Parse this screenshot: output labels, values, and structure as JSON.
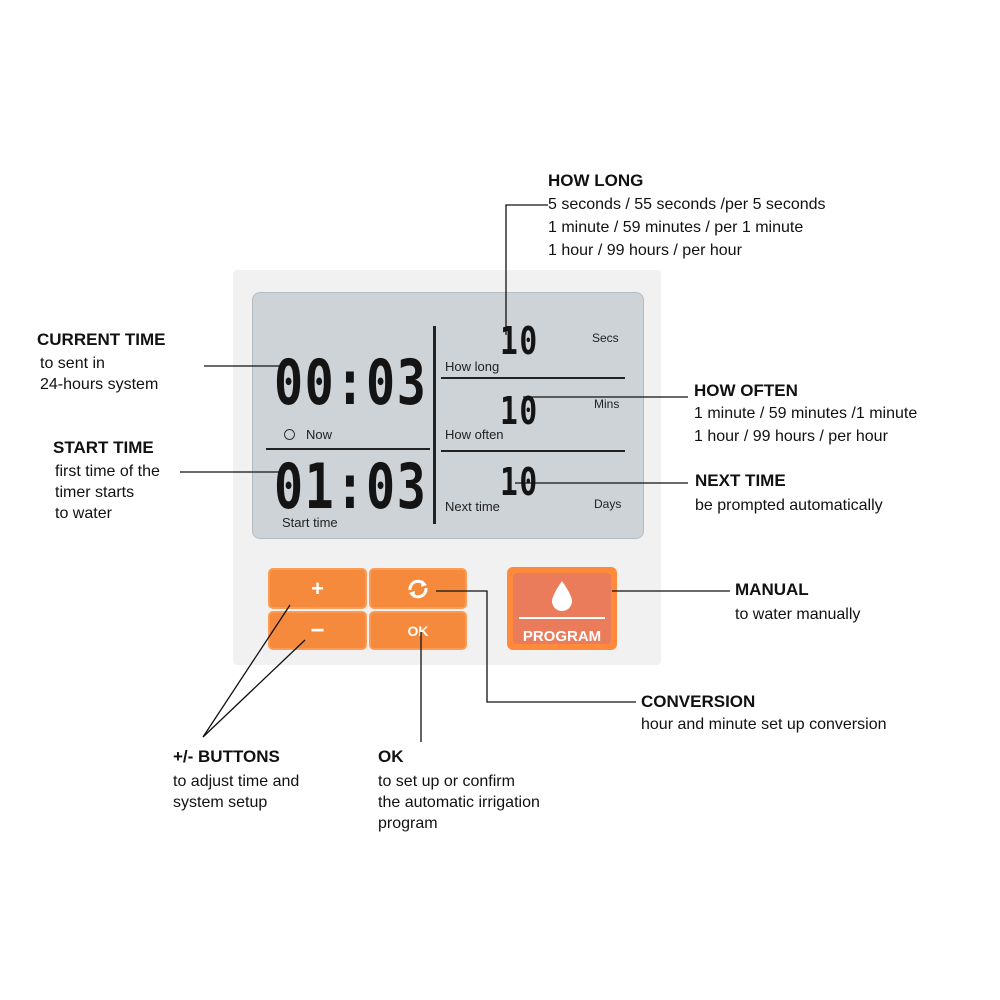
{
  "device": {
    "lcd": {
      "current_time": "00:03",
      "now_label": "Now",
      "start_time": "01:03",
      "start_time_label": "Start time",
      "how_long_value": "10",
      "how_long_label": "How long",
      "how_long_unit": "Secs",
      "how_often_value": "10",
      "how_often_label": "How often",
      "how_often_unit": "Mins",
      "next_time_value": "10",
      "next_time_label": "Next time",
      "next_time_unit": "Days"
    },
    "buttons": {
      "plus": "+",
      "minus": "−",
      "ok": "OK",
      "program": "PROGRAM"
    }
  },
  "annotations": {
    "how_long": {
      "title": "HOW LONG",
      "lines": [
        "5 seconds / 55 seconds /per 5 seconds",
        "1 minute / 59 minutes / per 1 minute",
        "1 hour / 99 hours / per hour"
      ]
    },
    "current_time": {
      "title": "CURRENT TIME",
      "lines": [
        "to sent in",
        "24-hours system"
      ]
    },
    "how_often": {
      "title": "HOW OFTEN",
      "lines": [
        "1 minute / 59 minutes /1 minute",
        "1 hour / 99 hours / per hour"
      ]
    },
    "start_time": {
      "title": "START TIME",
      "lines": [
        "first time of the",
        "timer starts",
        "to water"
      ]
    },
    "next_time": {
      "title": "NEXT TIME",
      "lines": [
        "be prompted automatically"
      ]
    },
    "manual": {
      "title": "MANUAL",
      "lines": [
        "to water manually"
      ]
    },
    "conversion": {
      "title": "CONVERSION",
      "lines": [
        "hour and minute set up conversion"
      ]
    },
    "plus_minus": {
      "title": "+/- BUTTONS",
      "lines": [
        "to adjust time and",
        "system setup"
      ]
    },
    "ok": {
      "title": "OK",
      "lines": [
        "to set up or confirm",
        "the automatic irrigation",
        "program"
      ]
    }
  },
  "colors": {
    "button_orange": "#f58a3c",
    "lcd_background": "#ced3d7"
  }
}
